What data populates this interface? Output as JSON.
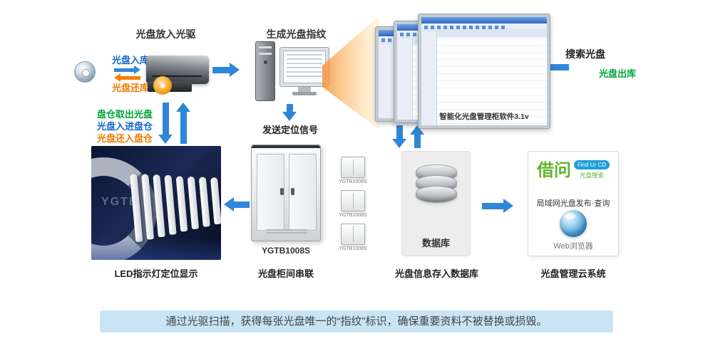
{
  "flow": {
    "drive_title": "光盘放入光驱",
    "disc_in": "光盘入库",
    "disc_return": "光盘还库",
    "pc_title": "生成光盘指纹",
    "send_signal": "发送定位信号",
    "software_caption": "智能化光盘管理柜软件3.1v",
    "search": "搜索光盘",
    "disc_out": "光盘出库",
    "bin_take_out": "盘仓取出光盘",
    "bin_put_in": "光盘入进盘仓",
    "bin_return": "光盘还入盘仓"
  },
  "nodes": {
    "led_caption": "LED指示灯定位显示",
    "led_watermark": "YGTB",
    "cabinet_model": "YGTB1008S",
    "cabinet_caption": "光盘柜间串联",
    "mini_cabinet_model": "YGTB1008S",
    "database_label": "数据库",
    "database_caption": "光盘信息存入数据库",
    "cloud_caption": "光盘管理云系统"
  },
  "cloud": {
    "brand": "借问",
    "tag": "Find Ur CD",
    "sub": "光盘搜索",
    "desc": "局域网光盘发布·查询",
    "browser": "Web浏览器"
  },
  "banner": {
    "text": "通过光驱扫描，获得每张光盘唯一的“指纹”标识，确保重要资料不被替换或损毁。"
  },
  "colors": {
    "blue_text": "#1569c8",
    "orange_text": "#f07c00",
    "green_text": "#00a63c",
    "arrow_blue": "#2f86d8",
    "arrow_orange": "#f08300",
    "banner_bg": "#c9e4f5"
  }
}
